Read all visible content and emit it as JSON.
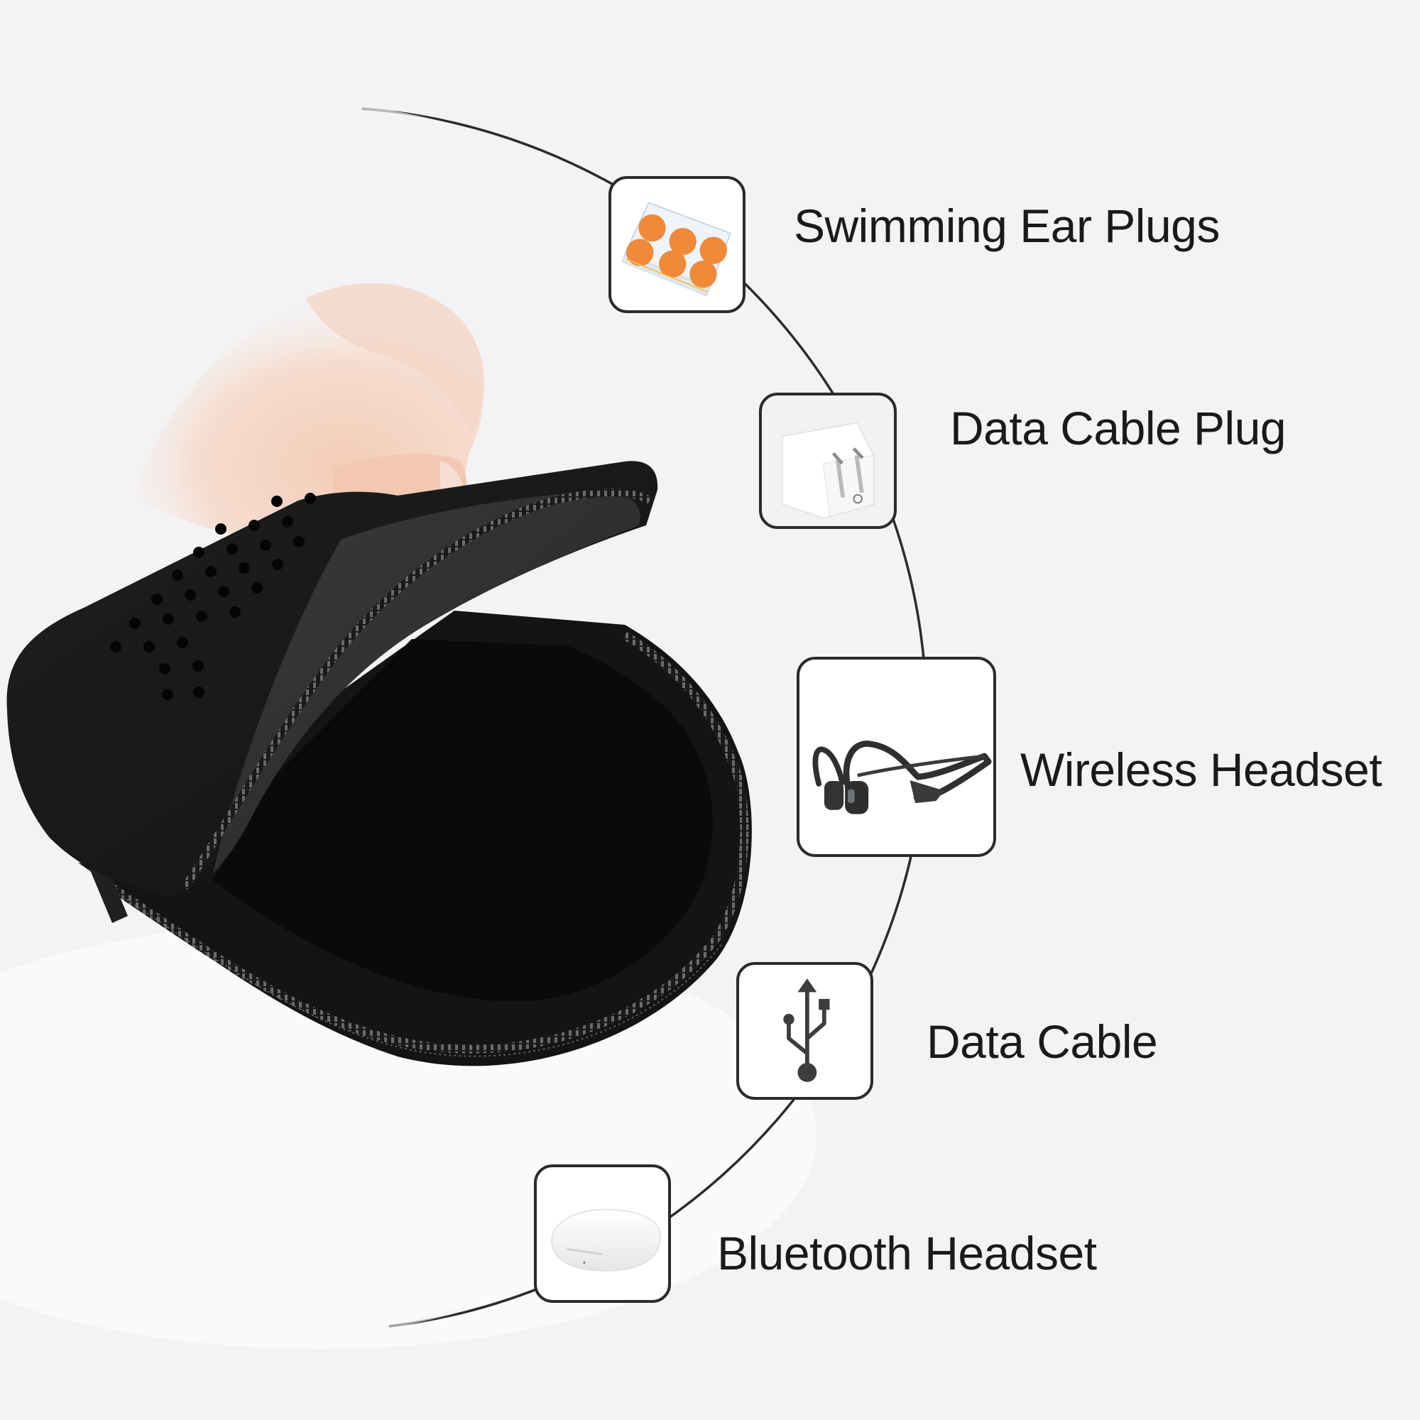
{
  "image": {
    "subject": "black zippered carrying pouch being opened by a hand",
    "background_color": "#f3f3f5",
    "arc_color": "#2b2b2b"
  },
  "items": [
    {
      "label": "Swimming Ear Plugs",
      "icon": "ear-plugs-box-icon",
      "accent": "#f08a3a"
    },
    {
      "label": "Data Cable Plug",
      "icon": "charger-plug-icon"
    },
    {
      "label": "Wireless Headset",
      "icon": "bone-conduction-headset-icon"
    },
    {
      "label": "Data Cable",
      "icon": "usb-icon"
    },
    {
      "label": "Bluetooth Headset",
      "icon": "earbuds-case-icon"
    }
  ]
}
